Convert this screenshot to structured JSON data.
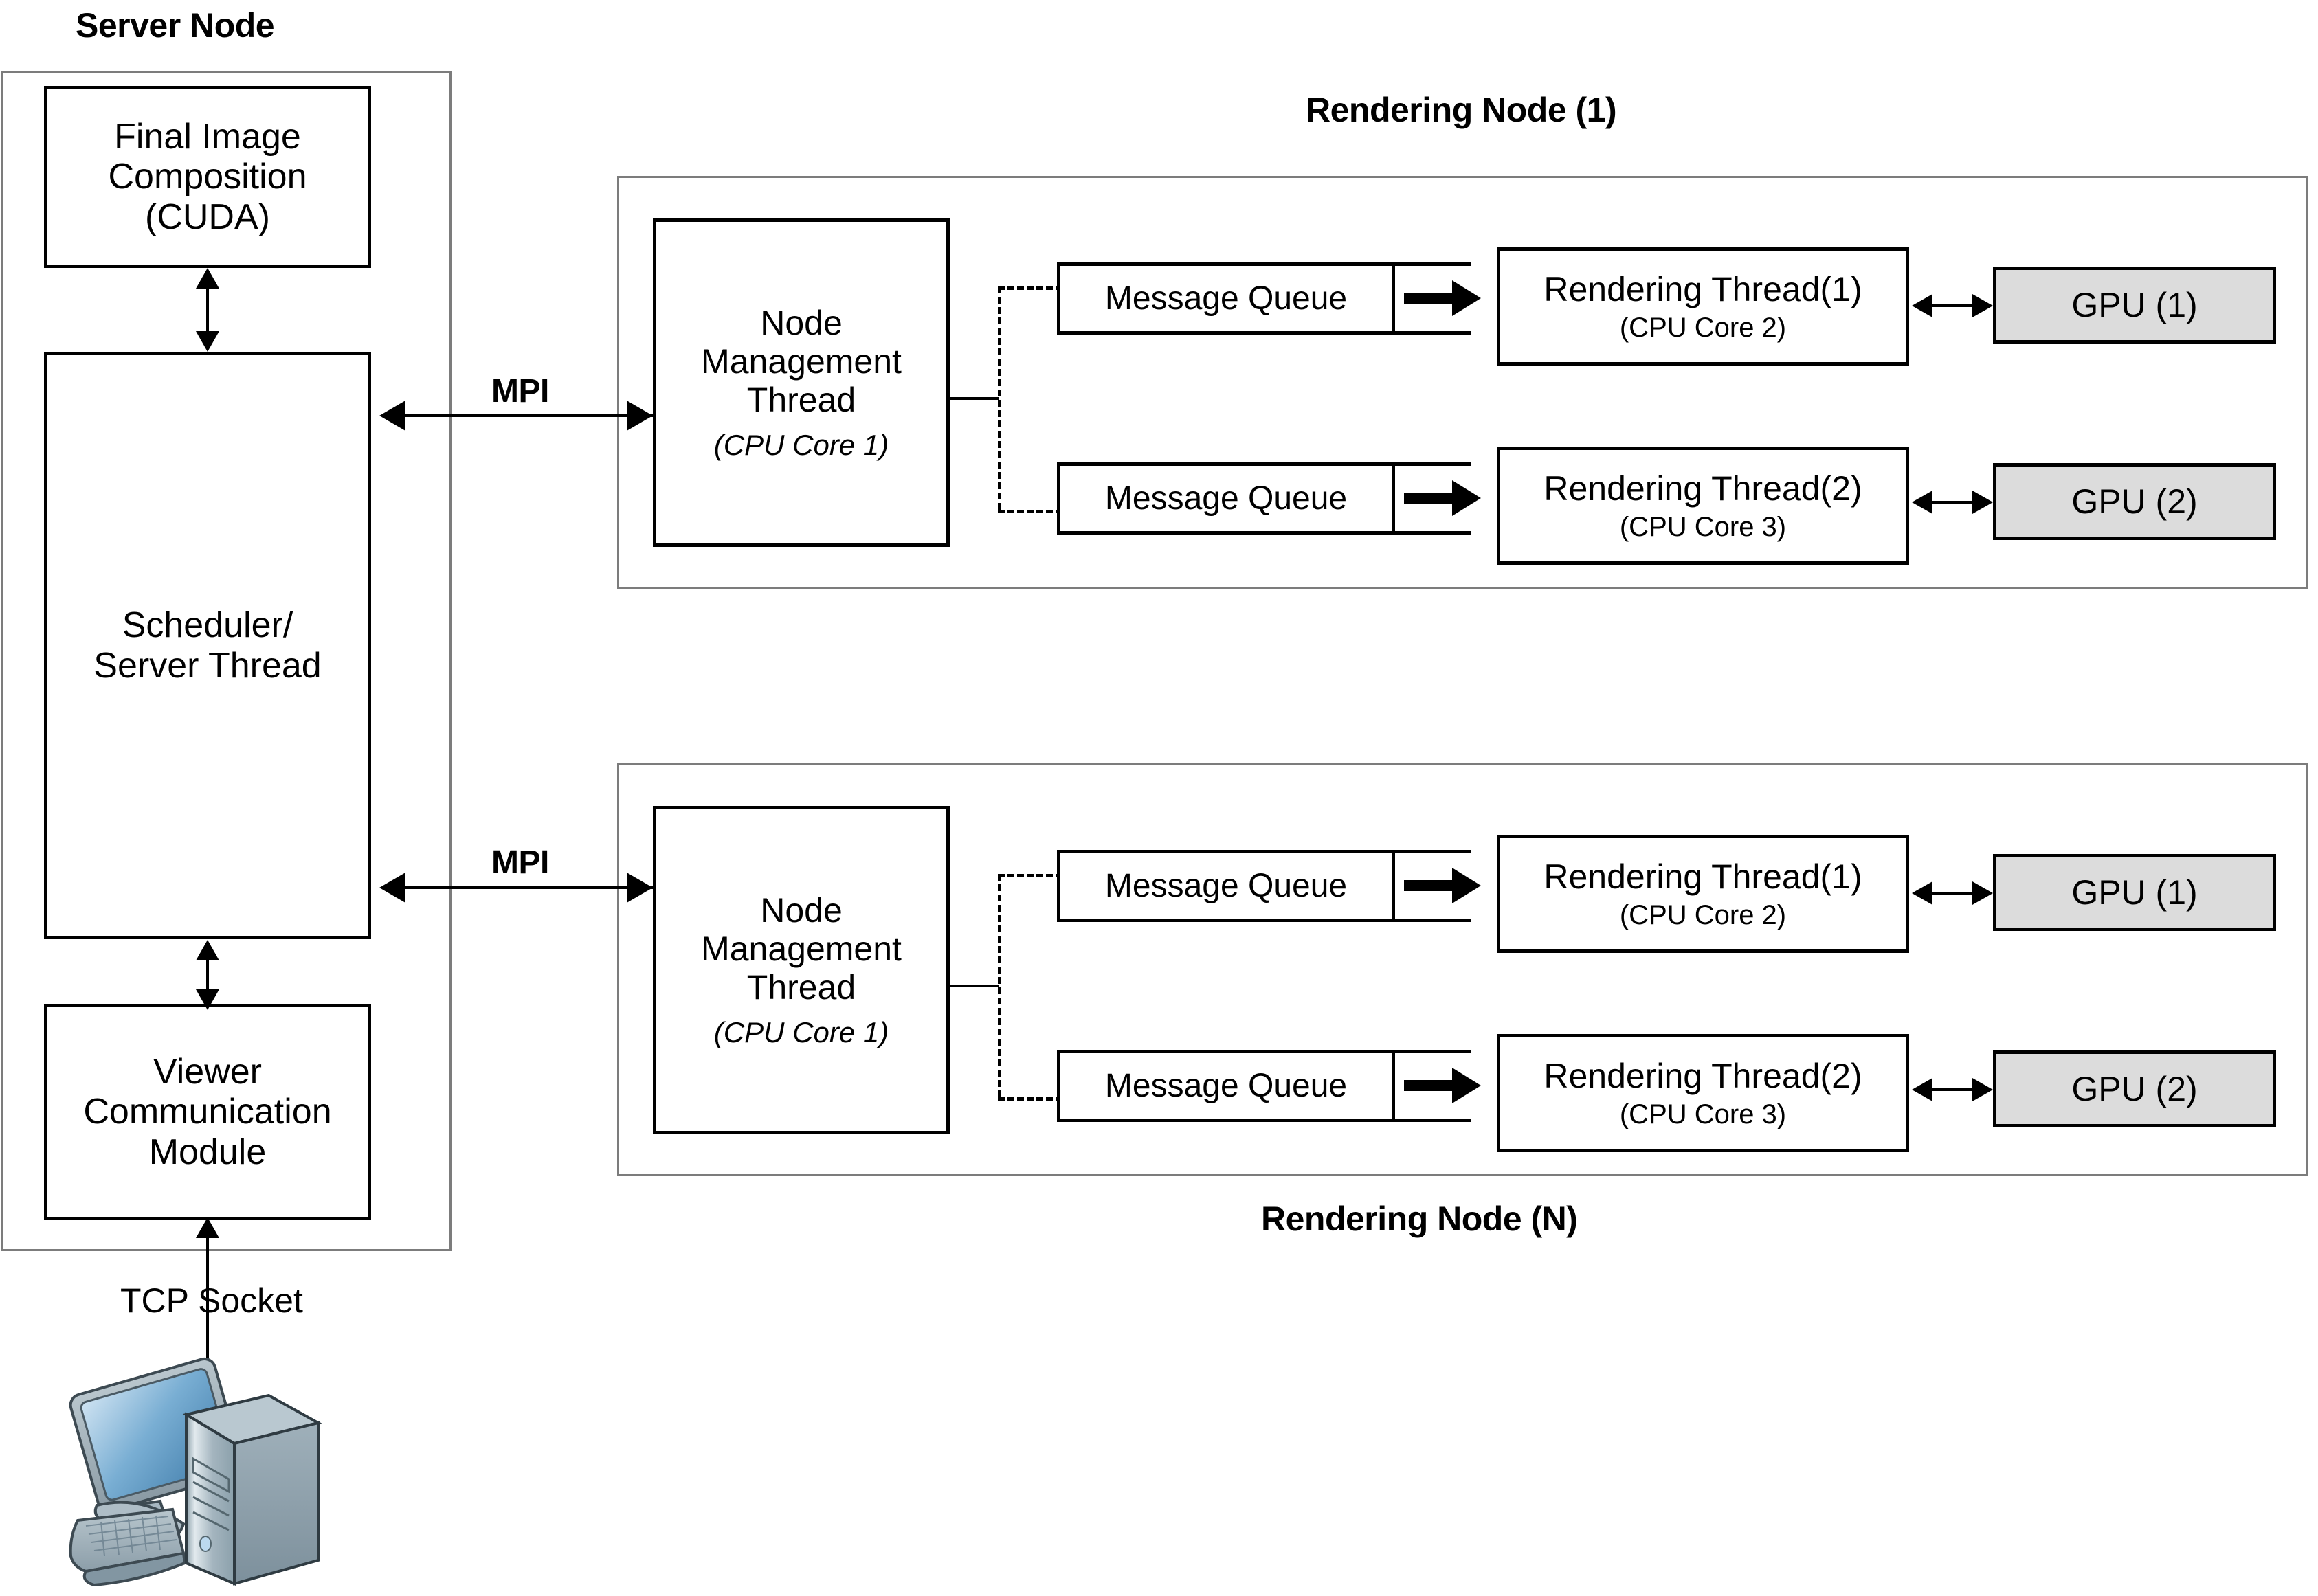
{
  "diagram": {
    "titles": {
      "server_node": "Server Node",
      "rendering_node_1": "Rendering Node (1)",
      "rendering_node_n": "Rendering Node (N)"
    },
    "server_node": {
      "final_image": {
        "l1": "Final Image",
        "l2": "Composition",
        "l3": "(CUDA)"
      },
      "scheduler": {
        "l1": "Scheduler/",
        "l2": "Server Thread"
      },
      "viewer": {
        "l1": "Viewer",
        "l2": "Communication",
        "l3": "Module"
      }
    },
    "rendering_node_1": {
      "management_thread": {
        "l1": "Node",
        "l2": "Management",
        "l3": "Thread",
        "core": "(CPU Core 1)"
      },
      "lanes": [
        {
          "queue": "Message Queue",
          "thread": "Rendering Thread(1)",
          "core": "(CPU Core 2)",
          "gpu": "GPU (1)"
        },
        {
          "queue": "Message Queue",
          "thread": "Rendering Thread(2)",
          "core": "(CPU Core 3)",
          "gpu": "GPU (2)"
        }
      ]
    },
    "rendering_node_n": {
      "management_thread": {
        "l1": "Node",
        "l2": "Management",
        "l3": "Thread",
        "core": "(CPU Core 1)"
      },
      "lanes": [
        {
          "queue": "Message Queue",
          "thread": "Rendering Thread(1)",
          "core": "(CPU Core 2)",
          "gpu": "GPU (1)"
        },
        {
          "queue": "Message Queue",
          "thread": "Rendering Thread(2)",
          "core": "(CPU Core 3)",
          "gpu": "GPU (2)"
        }
      ]
    },
    "connections": {
      "mpi_top": "MPI",
      "mpi_bottom": "MPI",
      "tcp_socket": "TCP Socket"
    },
    "client": {
      "icon": "desktop-computer-icon"
    },
    "colors": {
      "gpu_fill": "#dcdcdc",
      "outer_frame_stroke": "#7c7c7c",
      "box_stroke": "#000000",
      "screen_blue": "#4b85b5",
      "chassis_gray": "#8fa3ad"
    }
  }
}
